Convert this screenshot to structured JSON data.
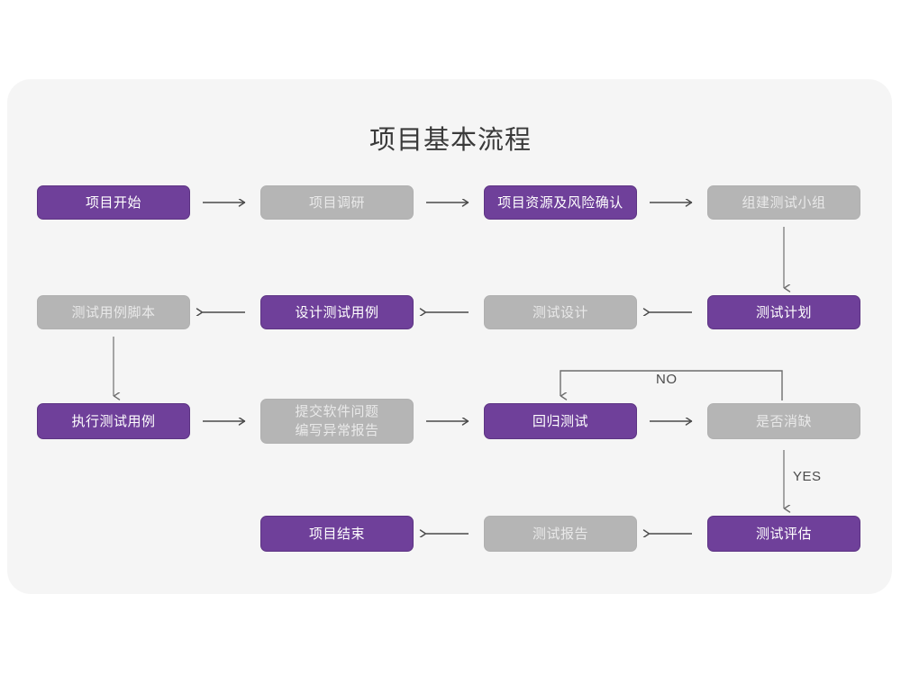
{
  "page": {
    "title": "项目基本流程",
    "card_bg": "#f5f5f5",
    "page_bg": "#ffffff",
    "accent_purple": "#6f409a",
    "muted_gray": "#b5b5b5",
    "connector_color": "#5a5a5a"
  },
  "nodes": {
    "n1": {
      "label": "项目开始",
      "state": "purple"
    },
    "n2": {
      "label": "项目调研",
      "state": "gray"
    },
    "n3": {
      "label": "项目资源及风险确认",
      "state": "purple"
    },
    "n4": {
      "label": "组建测试小组",
      "state": "gray"
    },
    "n5": {
      "label": "测试计划",
      "state": "purple"
    },
    "n6": {
      "label": "测试设计",
      "state": "gray"
    },
    "n7": {
      "label": "设计测试用例",
      "state": "purple"
    },
    "n8": {
      "label": "测试用例脚本",
      "state": "gray"
    },
    "n9": {
      "label": "执行测试用例",
      "state": "purple"
    },
    "n10": {
      "label_line1": "提交软件问题",
      "label_line2": "编写异常报告",
      "state": "gray"
    },
    "n11": {
      "label": "回归测试",
      "state": "purple"
    },
    "n12": {
      "label": "是否消缺",
      "state": "gray"
    },
    "n13": {
      "label": "测试评估",
      "state": "purple"
    },
    "n14": {
      "label": "测试报告",
      "state": "gray"
    },
    "n15": {
      "label": "项目结束",
      "state": "purple"
    }
  },
  "edge_labels": {
    "no": "NO",
    "yes": "YES"
  }
}
